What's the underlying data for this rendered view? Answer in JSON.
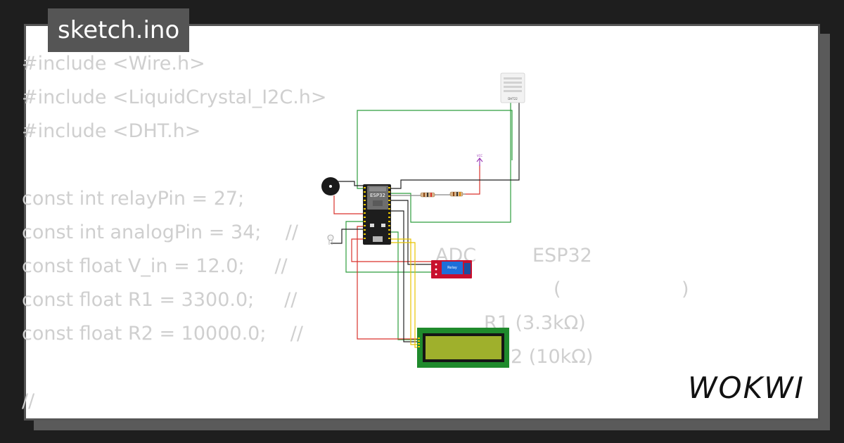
{
  "file_tab": {
    "title": "sketch.ino"
  },
  "code_lines": [
    "#include <Wire.h>",
    "#include <LiquidCrystal_I2C.h>",
    "#include <DHT.h>",
    "",
    "const int relayPin = 27;",
    "const int analogPin = 34;    //",
    "const float V_in = 12.0;     //",
    "const float R1 = 3300.0;     //",
    "const float R2 = 10000.0;    //",
    "",
    "//"
  ],
  "comment_fragments": {
    "adc": "ADC",
    "esp32": "ESP32",
    "paren_open": "(",
    "paren_close": ")",
    "r1": "R1 (3.3kΩ)",
    "r2": "2 (10kΩ)"
  },
  "diagram_labels": {
    "mcu": "ESP32",
    "relay": "Relay",
    "sensor": "DHT22",
    "vcc": "VCC"
  },
  "logo": {
    "text": "WOKWI"
  },
  "colors": {
    "background": "#1e1e1e",
    "card": "#ffffff",
    "tab": "#555555",
    "code_text": "#cfcfcf",
    "wire_green": "#2e9e3e",
    "wire_red": "#d9322c",
    "wire_black": "#222222",
    "wire_yellow": "#e8c400",
    "wire_purple": "#9c3bb5",
    "lcd_pcb": "#1f8a2c",
    "lcd_screen": "#9fb02c",
    "relay_board": "#c8102e",
    "relay_module": "#1e6fd9"
  }
}
